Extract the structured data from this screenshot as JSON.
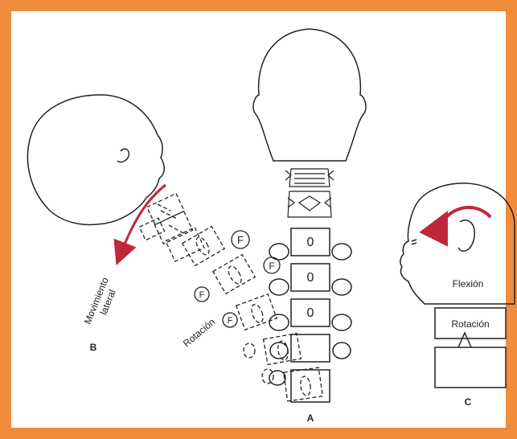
{
  "figure": {
    "labels": {
      "panel_a": "A",
      "panel_b": "B",
      "panel_c": "C",
      "movement_line1": "Movimiento",
      "movement_line2": "lateral",
      "rotation_b": "Rotación",
      "rotation_c": "Rotación",
      "flexion": "Flexión",
      "facet_marker": "F",
      "disc_marker": "0"
    },
    "colors": {
      "frame": "#f08c3c",
      "background": "#ffffff",
      "ink": "#222222",
      "arrow": "#c0263a"
    }
  }
}
